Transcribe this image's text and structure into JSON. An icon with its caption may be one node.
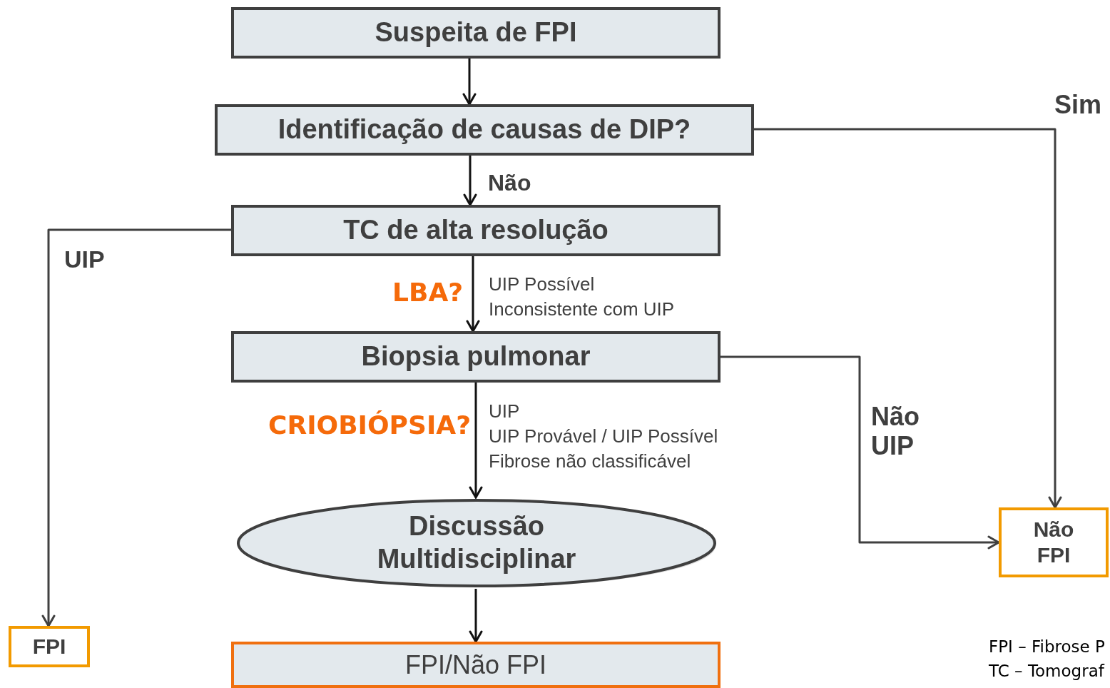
{
  "diagram": {
    "nodes": [
      {
        "text": [
          "Suspeita de FPI"
        ]
      },
      {
        "text": [
          "Identificação de causas de DIP?"
        ]
      },
      {
        "text": [
          "TC de alta resolução"
        ]
      },
      {
        "text": [
          "Biopsia pulmonar"
        ]
      },
      {
        "text": [
          "Discussão Multidisciplinar"
        ]
      },
      {
        "text": [
          "FPI/Não FPI"
        ]
      },
      {
        "text": [
          "FPI"
        ]
      },
      {
        "text": [
          "Não FPI"
        ]
      }
    ],
    "edges": [
      {
        "from": 0,
        "to": 1,
        "arrow": "to"
      },
      {
        "from": 1,
        "to": 2,
        "arrow": "to",
        "label": "Não"
      },
      {
        "from": 1,
        "to": 7,
        "arrow": "to",
        "label": "Sim",
        "color": "#404040"
      },
      {
        "from": 2,
        "to": 3,
        "arrow": "to",
        "label": "LBA?"
      },
      {
        "from": 2,
        "to": 6,
        "arrow": "to",
        "label": "UIP",
        "color": "#404040"
      },
      {
        "from": 3,
        "to": 4,
        "arrow": "to",
        "label": "CRIOBIÓPSIA?"
      },
      {
        "from": 3,
        "to": 7,
        "arrow": "to",
        "label": "Não UIP",
        "color": "#404040"
      },
      {
        "from": 4,
        "to": 5,
        "arrow": "to"
      }
    ],
    "labels": [
      "UIP Possível",
      "Inconsistente com UIP",
      "UIP",
      "UIP Provável / UIP Possível",
      "Fibrose não classificável",
      "FPI – Fibrose P",
      "TC – Tomograf"
    ]
  }
}
